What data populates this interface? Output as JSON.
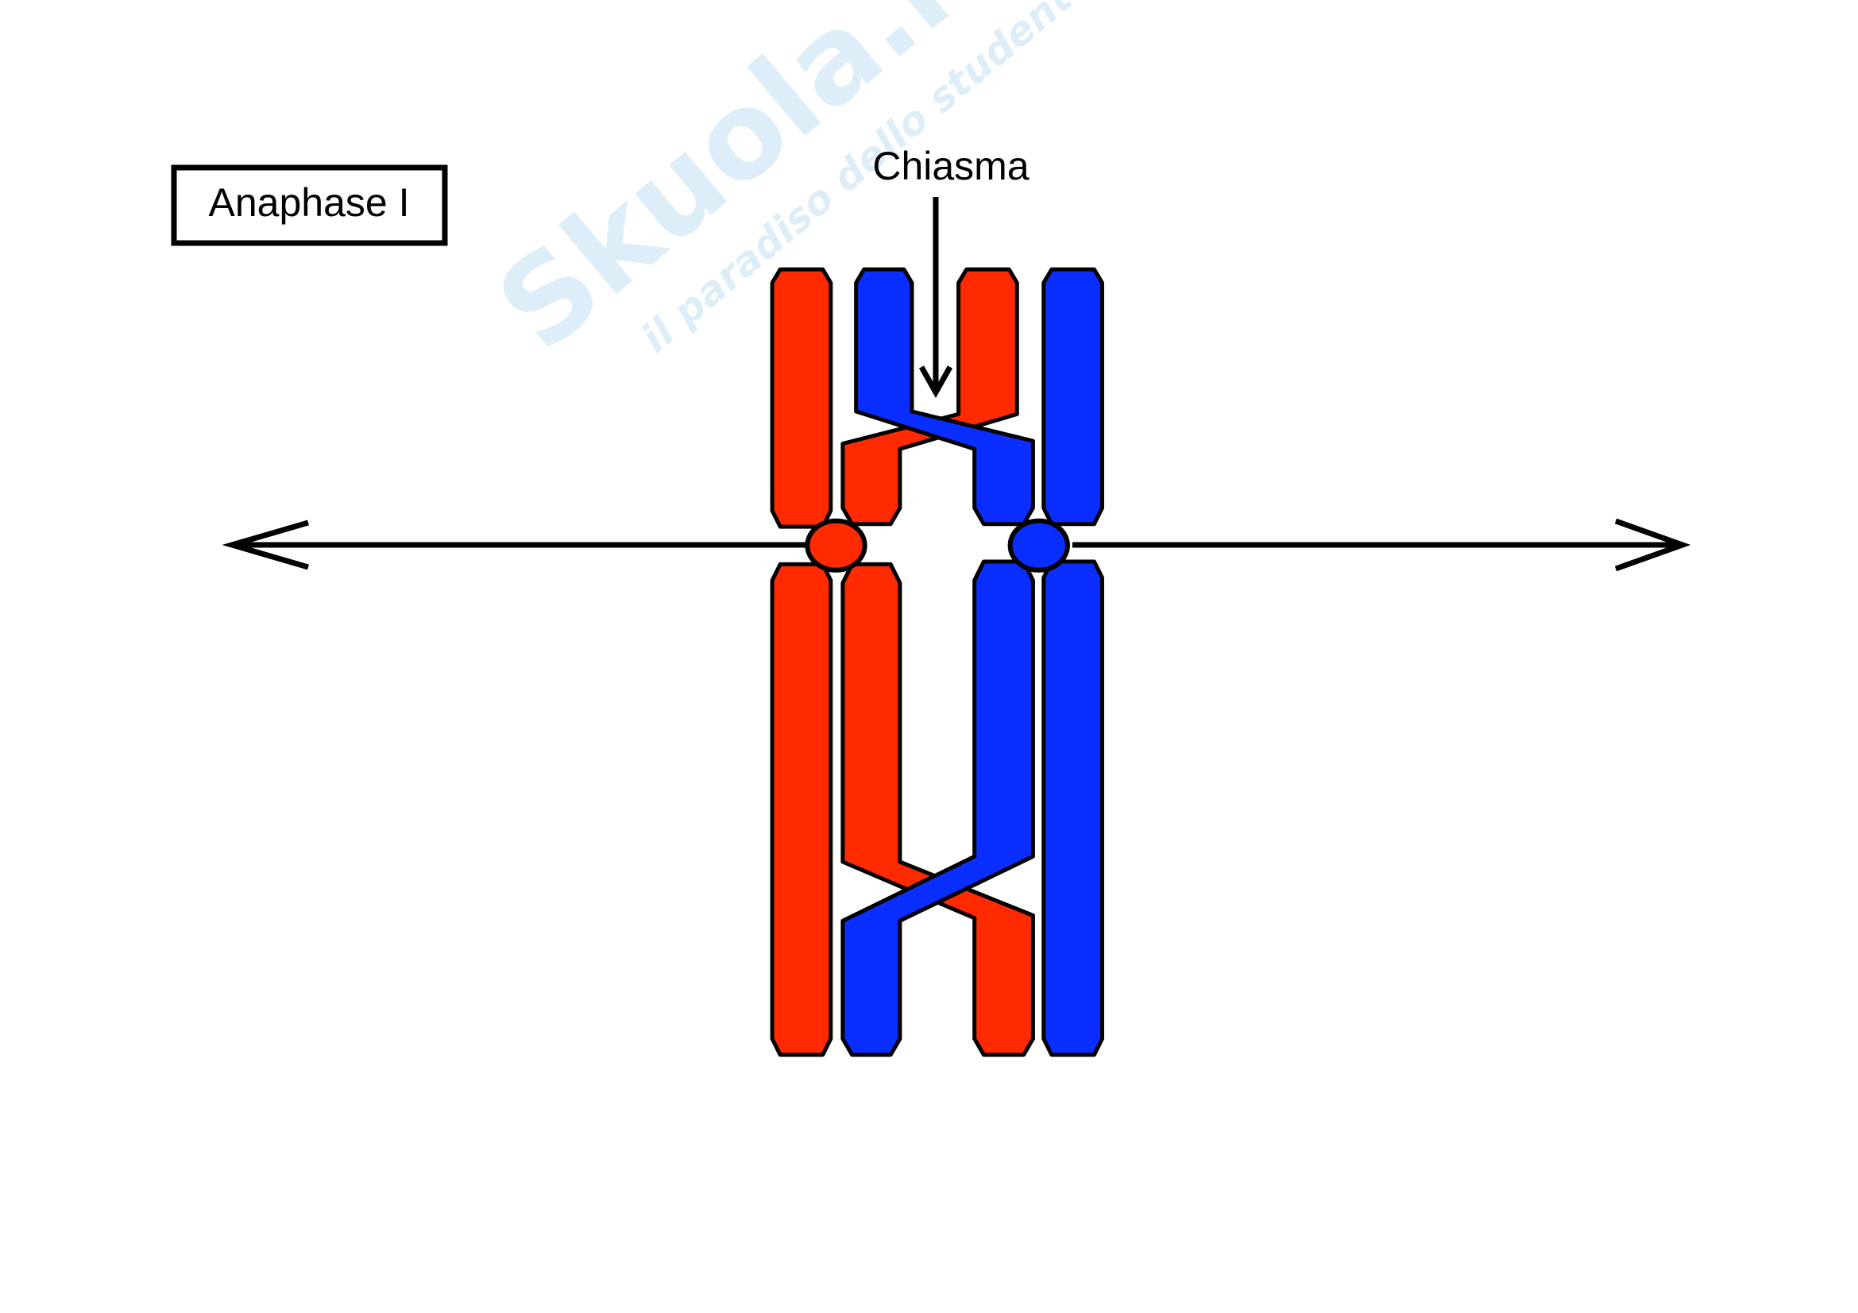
{
  "diagram": {
    "title_box": "Anaphase I",
    "chiasma_label": "Chiasma",
    "colors": {
      "maternal": "#ff2a00",
      "paternal": "#0a2eff",
      "outline": "#000000"
    }
  },
  "watermark": {
    "brand": "Skuola.net",
    "tagline": "il paradiso dello studente"
  }
}
